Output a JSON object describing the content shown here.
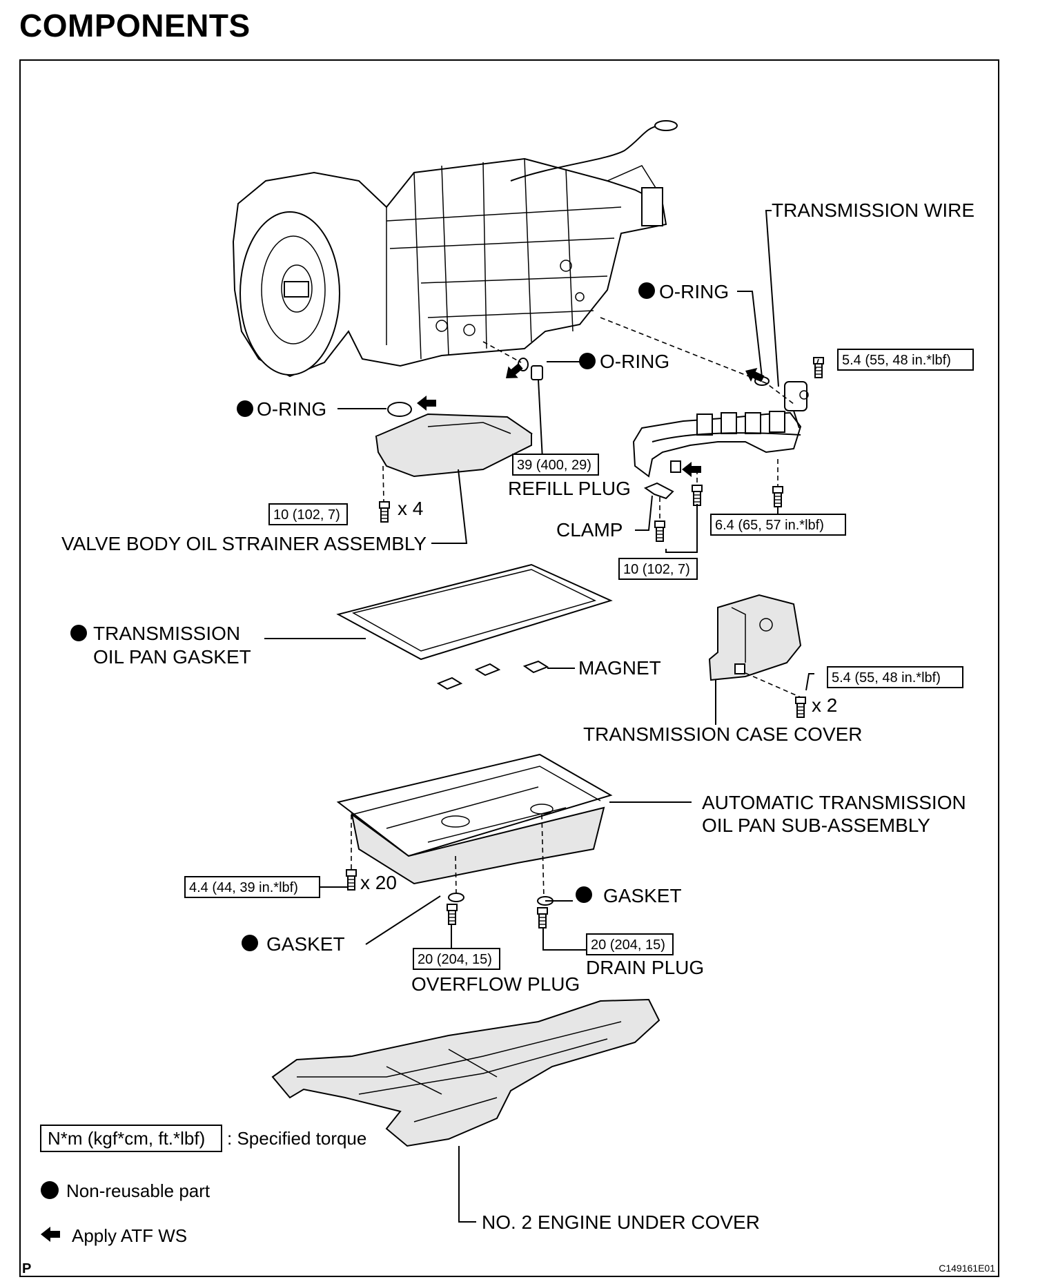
{
  "heading": "COMPONENTS",
  "labels": {
    "transmission_wire": "TRANSMISSION WIRE",
    "o_ring_upper": "O-RING",
    "o_ring_middle": "O-RING",
    "o_ring_left": "O-RING",
    "refill_plug": "REFILL PLUG",
    "clamp": "CLAMP",
    "valve_body_strainer": "VALVE BODY OIL STRAINER ASSEMBLY",
    "pan_gasket_line1": "TRANSMISSION",
    "pan_gasket_line2": "OIL PAN GASKET",
    "magnet": "MAGNET",
    "case_cover": "TRANSMISSION CASE COVER",
    "oil_pan_line1": "AUTOMATIC TRANSMISSION",
    "oil_pan_line2": "OIL PAN SUB-ASSEMBLY",
    "gasket_right": "GASKET",
    "gasket_left": "GASKET",
    "overflow_plug": "OVERFLOW PLUG",
    "drain_plug": "DRAIN PLUG",
    "under_cover": "NO. 2 ENGINE UNDER COVER"
  },
  "quantities": {
    "strainer_bolts": "x 4",
    "cover_bolts": "x 2",
    "pan_bolts": "x 20"
  },
  "torques": {
    "wire_bolt": "5.4 (55, 48 in.*lbf)",
    "refill_plug": "39 (400, 29)",
    "strainer_bolt": "10 (102, 7)",
    "wire_bracket_bolt": "6.4 (65, 57 in.*lbf)",
    "clamp_bolt": "10 (102, 7)",
    "case_cover_bolt": "5.4 (55, 48 in.*lbf)",
    "pan_bolt": "4.4 (44, 39 in.*lbf)",
    "overflow_plug": "20 (204, 15)",
    "drain_plug": "20 (204, 15)"
  },
  "legend": {
    "torque_box": "N*m (kgf*cm, ft.*lbf)",
    "torque_text": ": Specified torque",
    "non_reusable": "Non-reusable part",
    "apply_atf": "Apply ATF WS"
  },
  "footer": {
    "left_mark": "P",
    "figure_id": "C149161E01"
  }
}
